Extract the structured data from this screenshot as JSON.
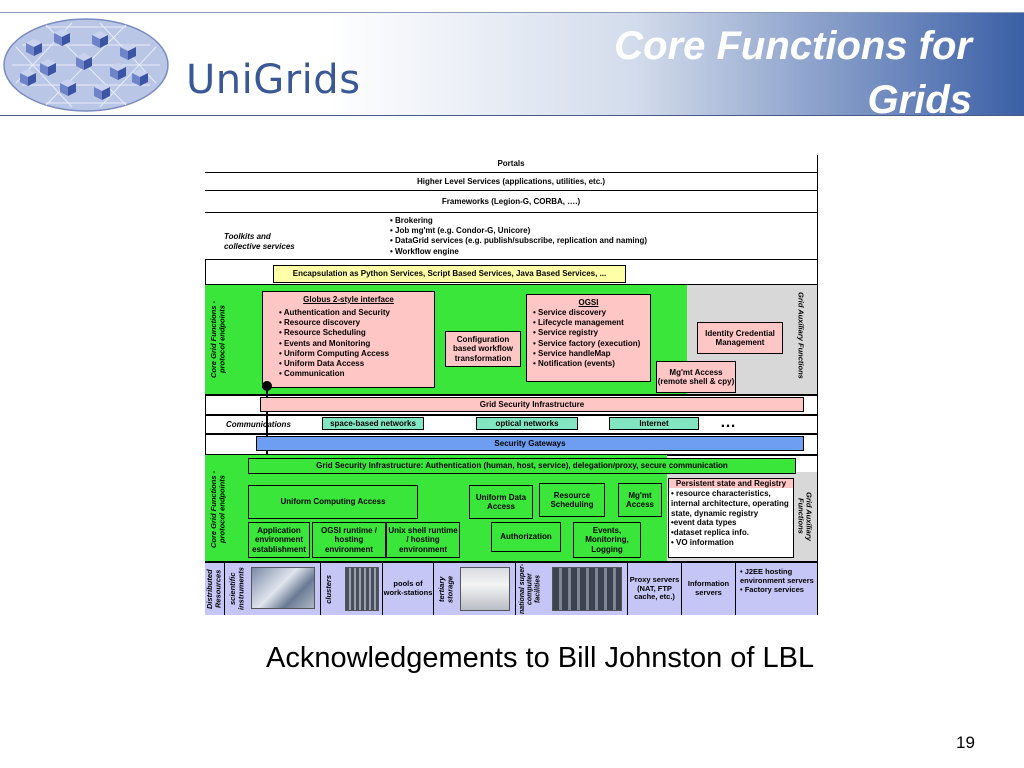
{
  "header": {
    "brand": "UniGrids",
    "title_line1": "Core Functions for",
    "title_line2": "Grids"
  },
  "diagram": {
    "portals": "Portals",
    "higher_level": "Higher Level Services (applications, utilities, etc.)",
    "frameworks": "Frameworks (Legion-G, CORBA, ….)",
    "toolkits_label": "Toolkits and\ncollective services",
    "toolkits_items": "• Brokering\n• Job mg'mt (e.g. Condor-G, Unicore)\n• DataGrid services (e.g. publish/subscribe, replication and naming)\n• Workflow engine",
    "encapsulation": "Encapsulation as Python Services, Script Based Services, Java Based Services, ...",
    "core_protocol_label": "Core Grid\nFunctions - protocol\nendpoints",
    "globus_title": "Globus 2-style interface",
    "globus_items": "• Authentication and Security\n• Resource discovery\n• Resource Scheduling\n• Events  and Monitoring\n• Uniform Computing Access\n• Uniform Data Access\n• Communication",
    "config_workflow": "Configuration based workflow transformation",
    "ogsi_title": "OGSI",
    "ogsi_items": "• Service discovery\n• Lifecycle management\n• Service registry\n• Service factory (execution)\n• Service handleMap\n• Notification (events)",
    "identity_credential": "Identity Credential Management",
    "mgmt_access": "Mg'mt Access (remote shell & cpy)",
    "aux_label": "Grid\nAuxiliary Functions",
    "gsi": "Grid Security Infrastructure",
    "communications": "Communications",
    "space_networks": "space-based networks",
    "optical_networks": "optical networks",
    "internet": "Internet",
    "ellipsis": "…",
    "security_gateways": "Security Gateways",
    "gsi_auth": "Grid Security Infrastructure: Authentication (human, host, service), delegation/proxy, secure communication",
    "uca": "Uniform Computing Access",
    "uda": "Uniform Data Access",
    "resource_scheduling": "Resource Scheduling",
    "mgmt_access2": "Mg'mt Access",
    "app_env": "Application environment establishment",
    "ogsi_runtime": "OGSI runtime / hosting environment",
    "unix_shell": "Unix shell runtime / hosting environment",
    "authorization": "Authorization",
    "events_logging": "Events, Monitoring, Logging",
    "persistent_title": "Persistent state and Registry",
    "persistent_items": "• resource characteristics, internal architecture, operating state, dynamic registry\n•event data types\n•dataset replica info.\n• VO information",
    "distributed_label": "Distributed\nResources",
    "sci_instruments": "scientific\ninstruments",
    "clusters": "clusters",
    "pools": "pools of work-stations",
    "tertiary": "tertiary\nstorage",
    "national": "national\nsuper-\ncomputer\nfacilities",
    "proxy": "Proxy servers (NAT, FTP cache, etc.)",
    "info_servers": "Information servers",
    "j2ee": "• J2EE hosting environment servers\n• Factory services"
  },
  "footer": {
    "acknowledgement": "Acknowledgements to Bill Johnston of LBL",
    "page_number": "19"
  }
}
